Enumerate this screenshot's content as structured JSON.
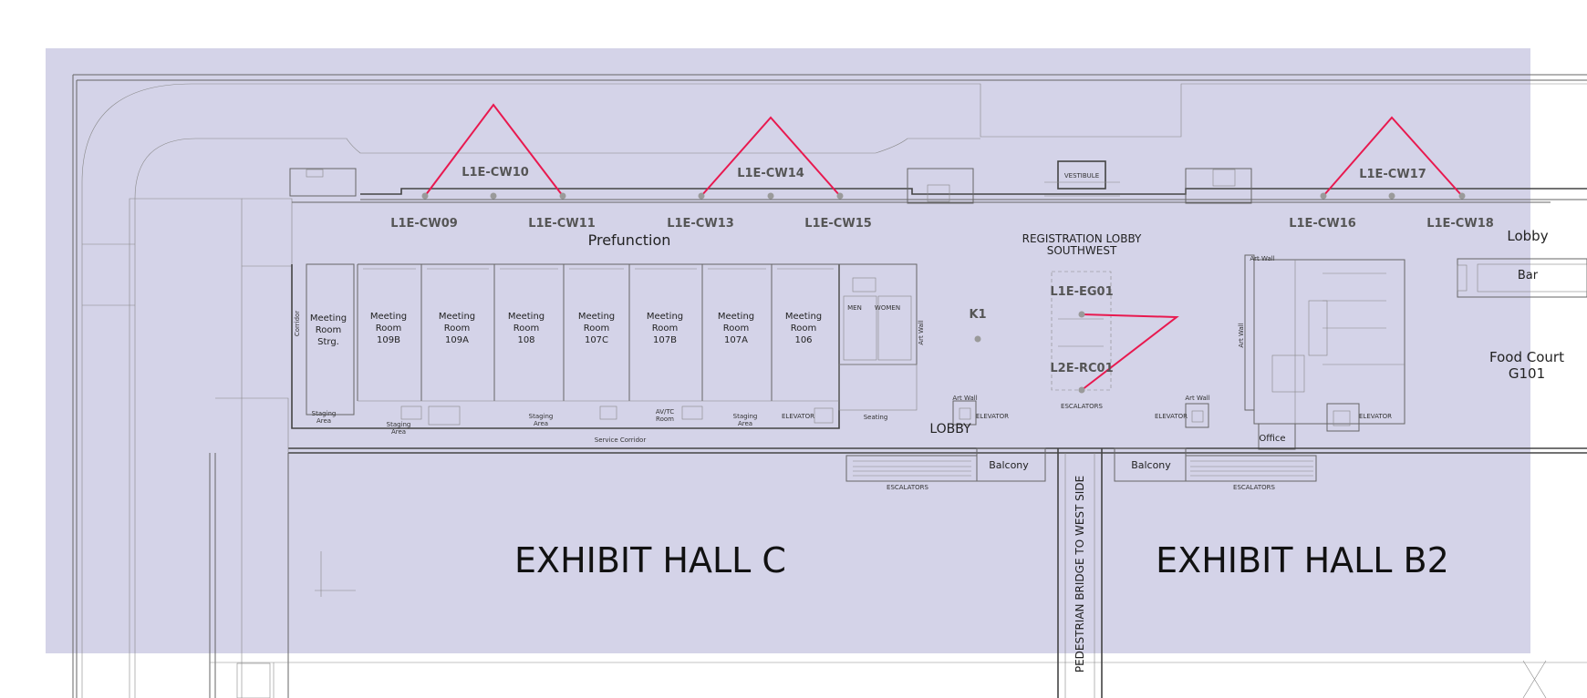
{
  "colors": {
    "overlay": "#c8c7e2",
    "coverage": "#e8194f",
    "node": "#9a9a9a",
    "wall": "#555555"
  },
  "areas": {
    "prefunction": "Prefunction",
    "registration_line1": "REGISTRATION LOBBY",
    "registration_line2": "SOUTHWEST",
    "lobby_right": "Lobby",
    "bar": "Bar",
    "food_court_line1": "Food Court",
    "food_court_line2": "G101",
    "k1": "K1",
    "lobby": "LOBBY",
    "vestibule": "VESTIBULE",
    "office": "Office",
    "balcony_left": "Balcony",
    "balcony_right": "Balcony",
    "escalators_center": "ESCALATORS",
    "escalators_left": "ESCALATORS",
    "escalators_right": "ESCALATORS",
    "elevator_1": "ELEVATOR",
    "elevator_2": "ELEVATOR",
    "elevator_3": "ELEVATOR",
    "elevator_4": "ELEVATOR",
    "art_wall_1": "Art Wall",
    "art_wall_2": "Art Wall",
    "art_wall_3": "Art Wall",
    "art_wall_4": "Art Wall",
    "art_wall_5": "Art Wall",
    "corridor": "Corridor",
    "service_corridor": "Service Corridor",
    "seating": "Seating",
    "men": "MEN",
    "women": "WOMEN",
    "bridge": "PEDESTRIAN BRIDGE TO WEST SIDE",
    "staging_1": "Staging",
    "staging_1b": "Area",
    "staging_2": "Staging",
    "staging_2b": "Area",
    "staging_3": "Staging",
    "staging_3b": "Area",
    "staging_4": "Staging",
    "staging_4b": "Area",
    "avtc_1": "AV/TC",
    "avtc_2": "Room"
  },
  "halls": {
    "c": "EXHIBIT HALL C",
    "b2": "EXHIBIT HALL B2"
  },
  "meeting_rooms": [
    {
      "line1": "Meeting",
      "line2": "Room",
      "line3": "Strg."
    },
    {
      "line1": "Meeting",
      "line2": "Room",
      "line3": "109B"
    },
    {
      "line1": "Meeting",
      "line2": "Room",
      "line3": "109A"
    },
    {
      "line1": "Meeting",
      "line2": "Room",
      "line3": "108"
    },
    {
      "line1": "Meeting",
      "line2": "Room",
      "line3": "107C"
    },
    {
      "line1": "Meeting",
      "line2": "Room",
      "line3": "107B"
    },
    {
      "line1": "Meeting",
      "line2": "Room",
      "line3": "107A"
    },
    {
      "line1": "Meeting",
      "line2": "Room",
      "line3": "106"
    }
  ],
  "access_points": {
    "cw09": "L1E-CW09",
    "cw10": "L1E-CW10",
    "cw11": "L1E-CW11",
    "cw13": "L1E-CW13",
    "cw14": "L1E-CW14",
    "cw15": "L1E-CW15",
    "cw16": "L1E-CW16",
    "cw17": "L1E-CW17",
    "cw18": "L1E-CW18",
    "eg01": "L1E-EG01",
    "rc01": "L2E-RC01"
  }
}
